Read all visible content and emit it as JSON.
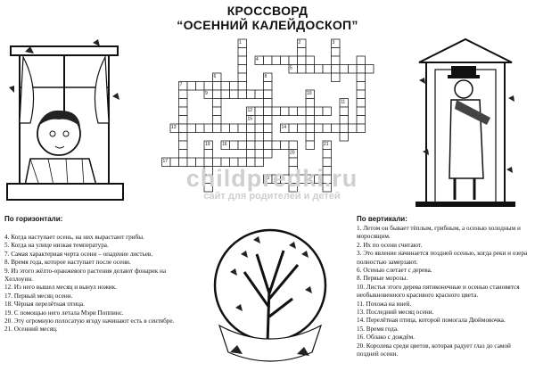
{
  "title_line1": "КРОССВОРД",
  "title_line2": "“ОСЕННИЙ КАЛЕЙДОСКОП”",
  "across": {
    "heading": "По горизонтали:",
    "clues": [
      "4. Когда наступает осень, на них вырастают грибы.",
      "5. Когда на улице низкая температура.",
      "7. Самая характерная черта осени – опадение листьев.",
      "8. Время года, которое наступает после осени.",
      "9. Из этого жёлто-оранжевого растения делают фонарик на Хеллоуин.",
      "12. Из него вышел месяц и вынул ножик.",
      "17. Первый месяц осени.",
      "18. Чёрная перелётная птица.",
      "19. С помощью него летала Мэри Поппинс.",
      "20. Эту огромную полосатую ягоду начинают есть в сентябре.",
      "21. Осенний месяц."
    ]
  },
  "down": {
    "heading": "По вертикали:",
    "clues": [
      "1. Летом он бывает тёплым, грибным, а осенью холодным и моросящим.",
      "2. Их по осени считают.",
      "3. Это явление начинается поздней осенью, когда реки и озера полностью замерзают.",
      "6. Осенью слетает с дерева.",
      "8. Первые морозы.",
      "10. Листья этого дерева пятиконечные и осенью становятся необыкновенного красивого красного цвета.",
      "11. Похожа на иней.",
      "13. Последний месяц осени.",
      "14. Перелётная птица, которой помогала Дюймовочка.",
      "15. Время года.",
      "16. Облако с дождём.",
      "20. Королева среди цветов, которая радует глаз до самой поздней осени."
    ]
  },
  "watermark": {
    "line1": "childpredki.ru",
    "line2": "сайт для родителей и детей"
  },
  "grid_numbers": [
    "1",
    "2",
    "3",
    "4",
    "5",
    "6",
    "7",
    "8",
    "9",
    "10",
    "11",
    "12",
    "13",
    "14",
    "15",
    "16",
    "17",
    "18",
    "19",
    "20",
    "21"
  ]
}
